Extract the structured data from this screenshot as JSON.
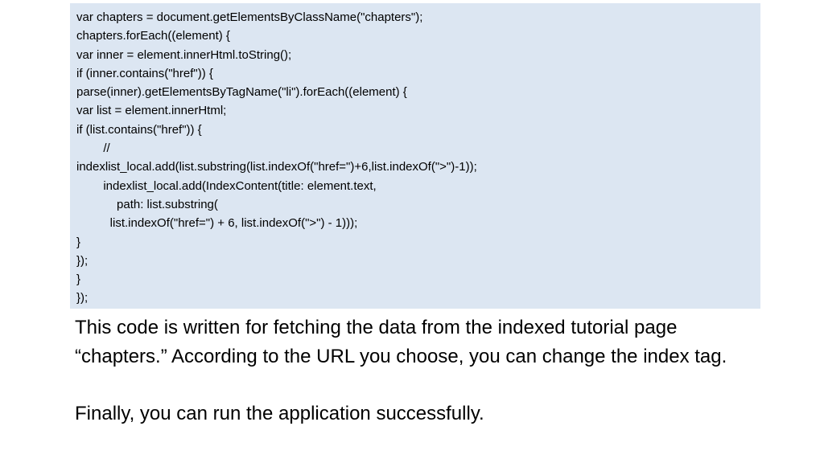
{
  "code": {
    "lines": [
      "var chapters = document.getElementsByClassName(\"chapters\");",
      "chapters.forEach((element) {",
      "var inner = element.innerHtml.toString();",
      "if (inner.contains(\"href\")) {",
      "parse(inner).getElementsByTagName(\"li\").forEach((element) {",
      "var list = element.innerHtml;",
      "if (list.contains(\"href\")) {",
      "        //",
      "indexlist_local.add(list.substring(list.indexOf(\"href=\")+6,list.indexOf(\">\")-1));",
      "        indexlist_local.add(IndexContent(title: element.text,",
      "            path: list.substring(",
      "          list.indexOf(\"href=\") + 6, list.indexOf(\">\") - 1)));",
      "}",
      "});",
      "}",
      "});"
    ]
  },
  "body": {
    "paragraph1": "This code is written for fetching the data from the indexed tutorial page “chapters.” According to the URL you choose, you can change the index tag.",
    "paragraph2": "Finally, you can run the application successfully."
  }
}
